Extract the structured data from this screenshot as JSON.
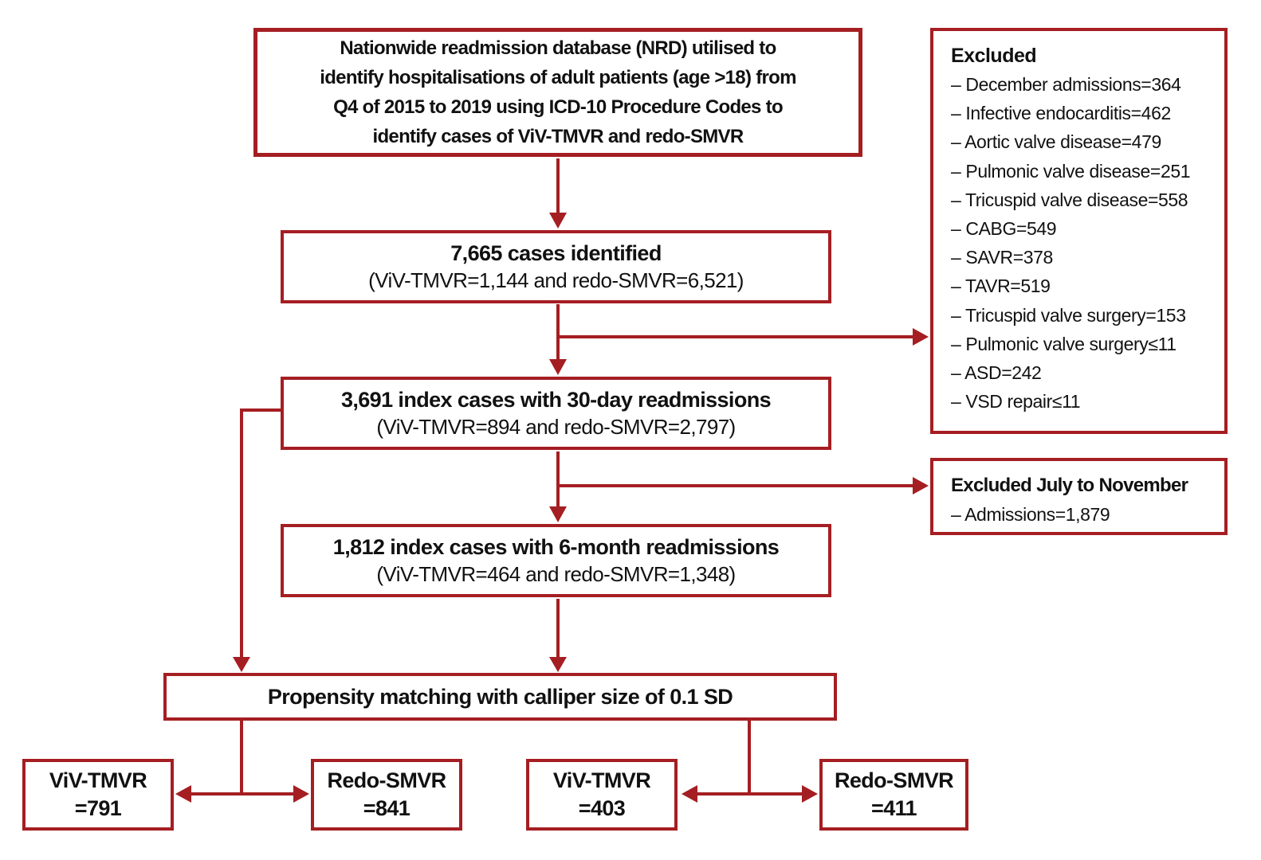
{
  "colors": {
    "accent": "#a51e22",
    "text": "#111111",
    "background": "#ffffff"
  },
  "source_box": {
    "lines": [
      "Nationwide readmission database (NRD) utilised to",
      "identify hospitalisations of adult patients (age >18) from",
      "Q4 of 2015 to 2019 using ICD-10 Procedure Codes to",
      "identify cases of ViV-TMVR and redo-SMVR"
    ]
  },
  "cases_identified": {
    "title": "7,665 cases identified",
    "detail": "(ViV-TMVR=1,144 and redo-SMVR=6,521)"
  },
  "excluded": {
    "title": "Excluded",
    "items": [
      "– December admissions=364",
      "– Infective endocarditis=462",
      "– Aortic valve disease=479",
      "– Pulmonic valve disease=251",
      "– Tricuspid valve disease=558",
      "– CABG=549",
      "– SAVR=378",
      "– TAVR=519",
      "– Tricuspid valve surgery=153",
      "– Pulmonic valve surgery≤11",
      "– ASD=242",
      "– VSD repair≤11"
    ]
  },
  "readmissions_30day": {
    "title": "3,691 index cases with 30-day readmissions",
    "detail": "(ViV-TMVR=894 and redo-SMVR=2,797)"
  },
  "excluded_july_november": {
    "title": "Excluded July to November",
    "item": "– Admissions=1,879"
  },
  "readmissions_6month": {
    "title": "1,812 index cases with 6-month readmissions",
    "detail": "(ViV-TMVR=464 and redo-SMVR=1,348)"
  },
  "propensity": {
    "title": "Propensity matching with calliper size of 0.1 SD"
  },
  "matched_30day": [
    {
      "label": "ViV-TMVR",
      "value": "=791"
    },
    {
      "label": "Redo-SMVR",
      "value": "=841"
    }
  ],
  "matched_6month": [
    {
      "label": "ViV-TMVR",
      "value": "=403"
    },
    {
      "label": "Redo-SMVR",
      "value": "=411"
    }
  ]
}
